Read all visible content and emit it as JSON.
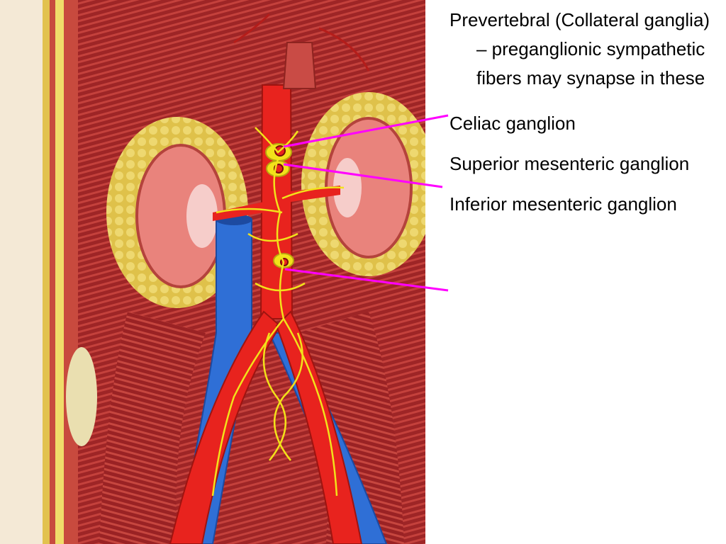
{
  "labels": [
    {
      "text": "Prevertebral (Collateral ganglia) – preganglionic sympathetic fibers may synapse in these"
    },
    {
      "text": "Celiac ganglion"
    },
    {
      "text": "Superior mesenteric ganglion"
    },
    {
      "text": "Inferior mesenteric ganglion"
    }
  ],
  "colors": {
    "leader_line": "#ff00ff",
    "artery": "#e8231e",
    "vein": "#2f6fd6",
    "nerve": "#f2e21a",
    "muscle": "#a8282a",
    "kidney": "#e9837c",
    "fat": "#e2c94d"
  }
}
